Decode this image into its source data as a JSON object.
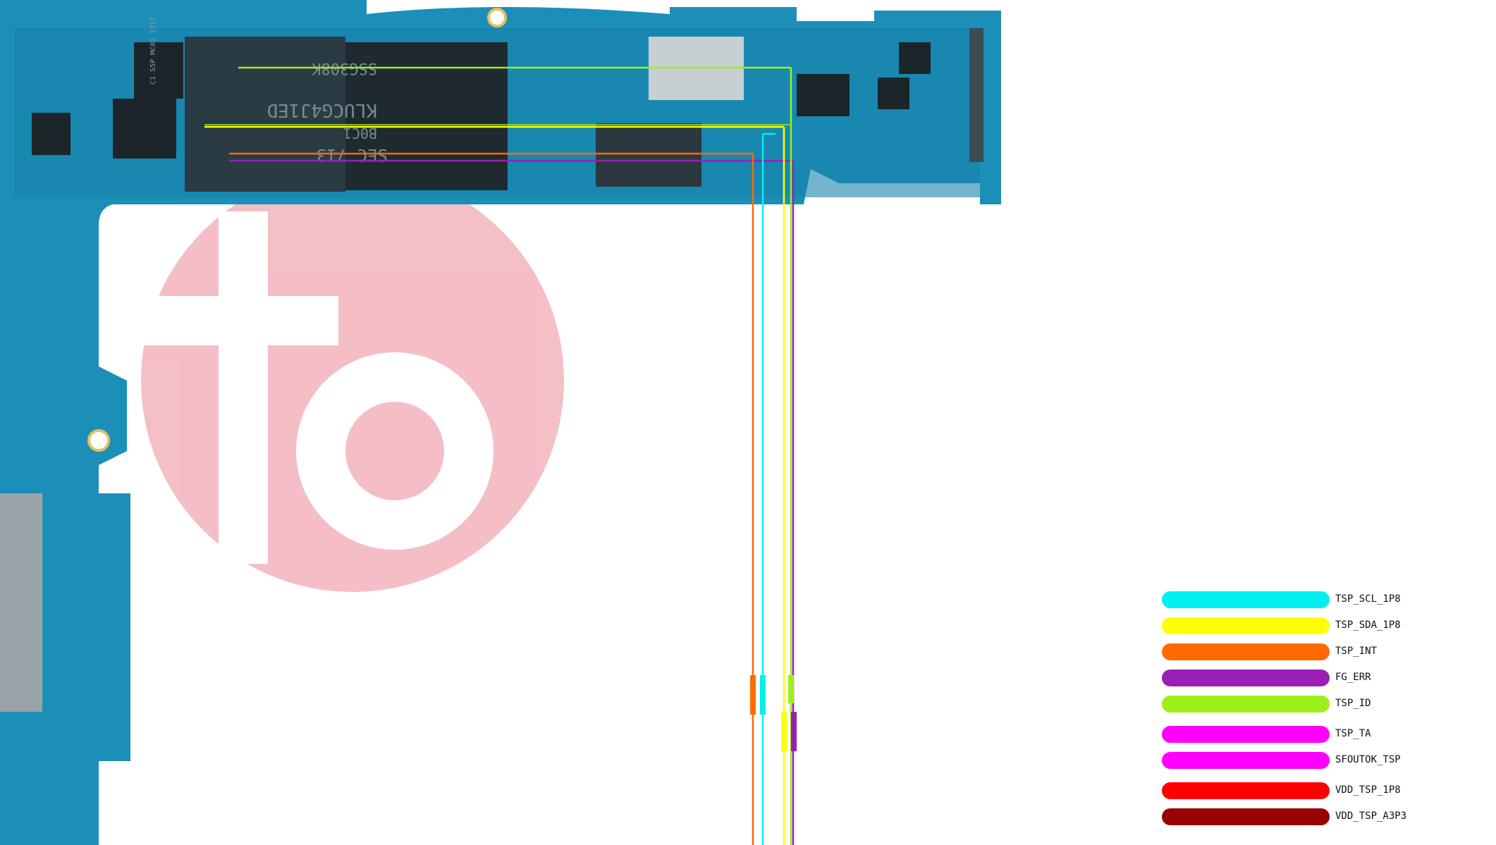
{
  "legend": [
    {
      "label": "TSP_SCL_1P8",
      "color": "#00f0f0"
    },
    {
      "label": "TSP_SDA_1P8",
      "color": "#ffff00"
    },
    {
      "label": "TSP_INT",
      "color": "#ff6a00"
    },
    {
      "label": "FG_ERR",
      "color": "#9a1fb5"
    },
    {
      "label": "TSP_ID",
      "color": "#9cf01a"
    },
    {
      "label": "TSP_TA",
      "color": "#ff00ff"
    },
    {
      "label": "SFOUTOK_TSP",
      "color": "#ff00ff"
    },
    {
      "label": "VDD_TSP_1P8",
      "color": "#ff0000"
    },
    {
      "label": "VDD_TSP_A3P3",
      "color": "#990000"
    }
  ],
  "chips": {
    "memory_top": "SSG308K",
    "memory_mid": "KLUCG4J1ED",
    "memory_code": "B0C1",
    "memory_bottom": "SEC 713",
    "pmic": "C1 S5P MC01 1717"
  },
  "colors": {
    "pcb": "#1b8fb8",
    "pcb_dark": "#0f6f93",
    "watermark": "#f4b8c0"
  }
}
